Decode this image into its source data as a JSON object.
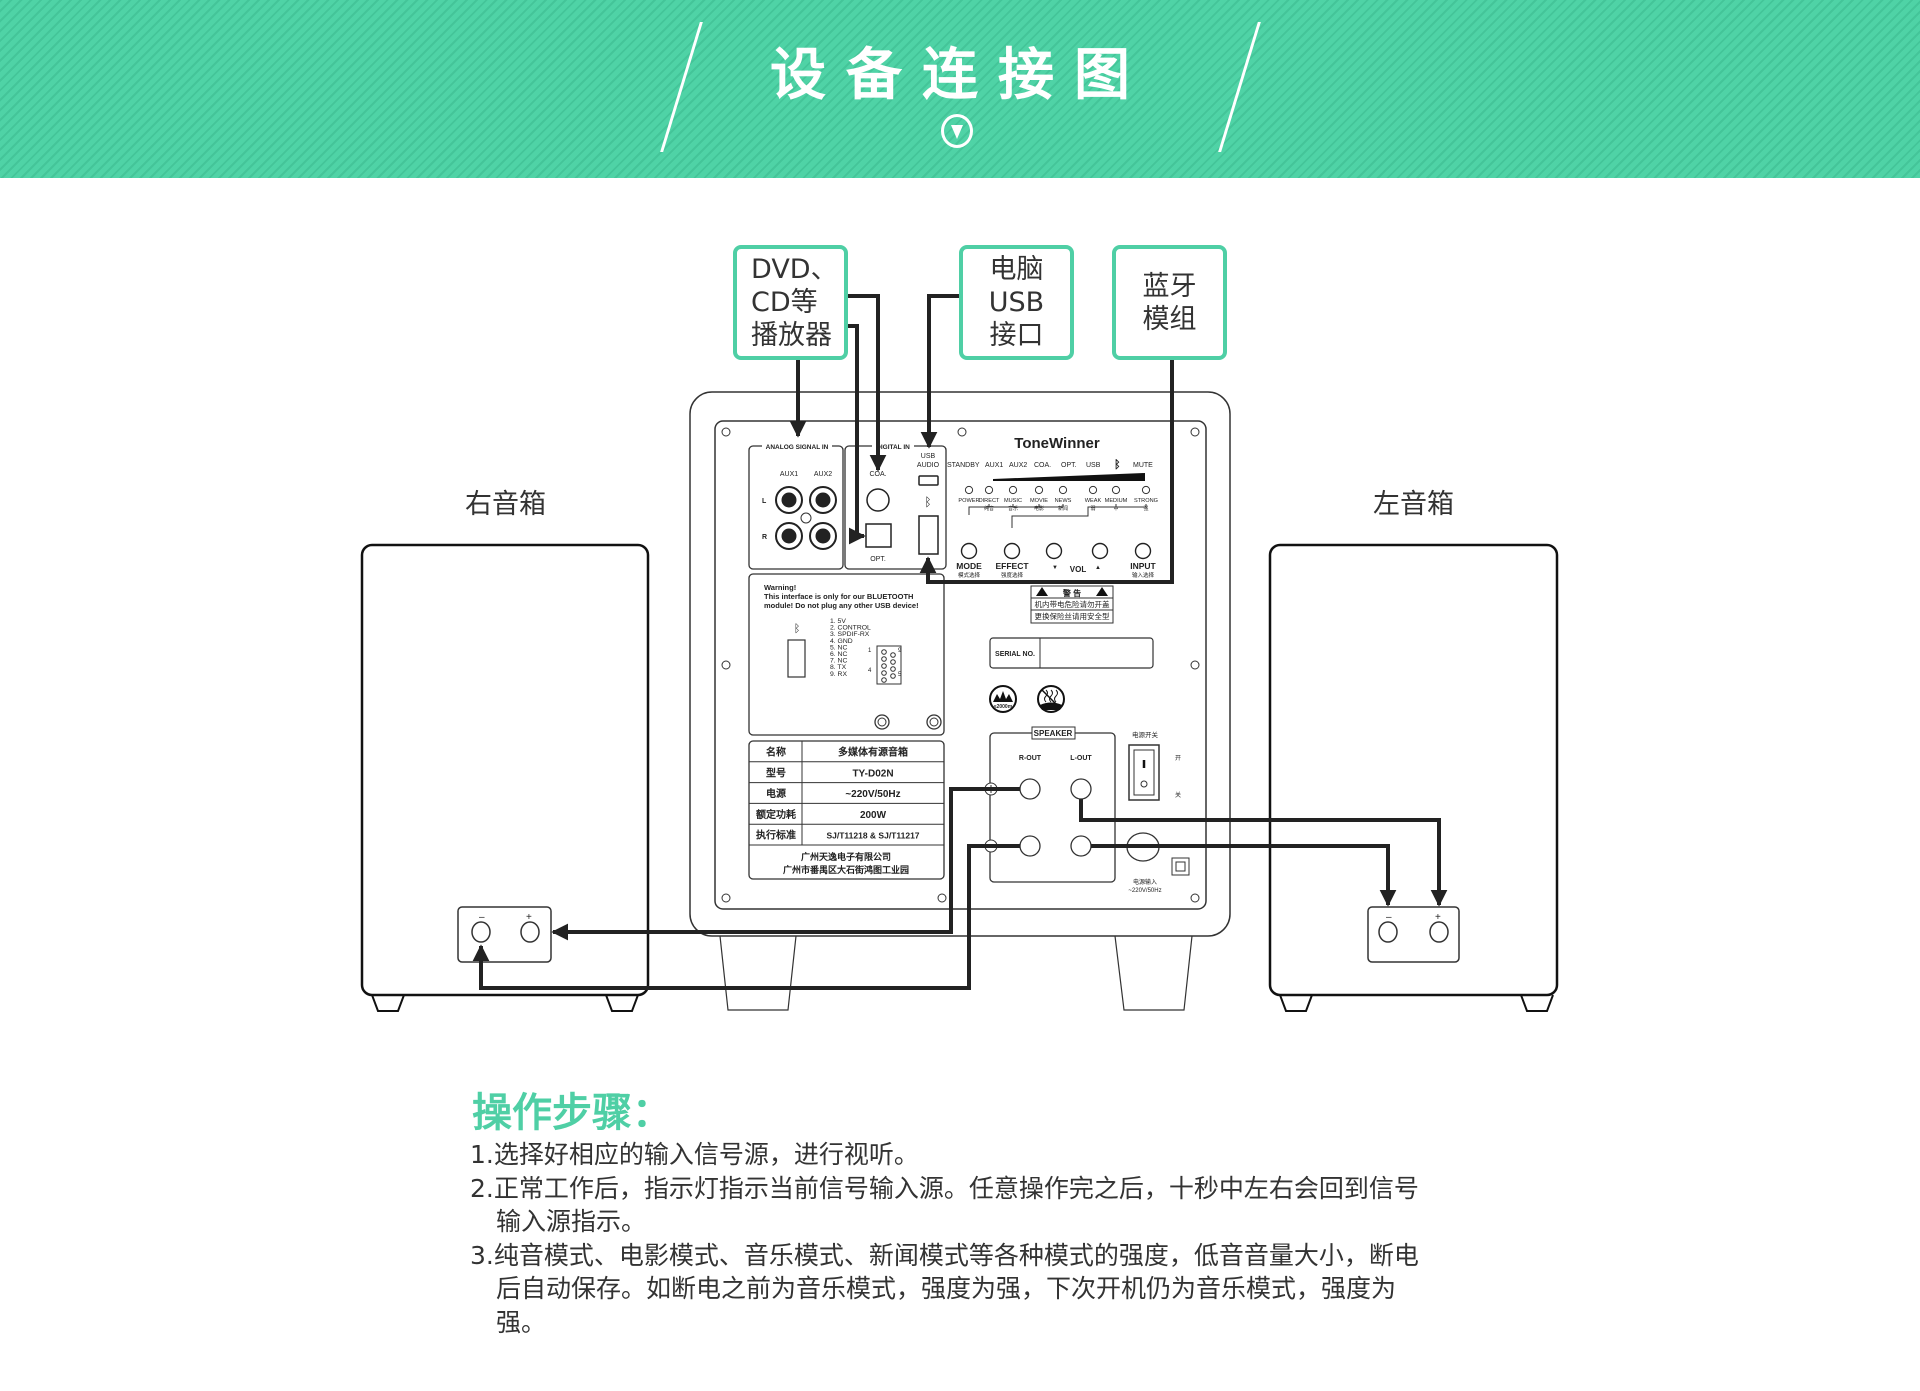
{
  "header": {
    "title": "设备连接图",
    "background_color": "#4fd3a6",
    "icon": "chevron-down-circle-icon"
  },
  "sources": [
    {
      "id": "dvd",
      "lines": [
        "DVD、",
        "CD等",
        "播放器"
      ]
    },
    {
      "id": "pc-usb",
      "lines": [
        "电脑",
        "USB",
        "接口"
      ]
    },
    {
      "id": "bluetooth",
      "lines": [
        "蓝牙",
        "模组"
      ]
    }
  ],
  "accent_color": "#4fcfa5",
  "speakers": {
    "right_title": "右音箱",
    "left_title": "左音箱",
    "minus": "–",
    "plus": "+"
  },
  "panel": {
    "brand": "ToneWinner",
    "analog_section": "ANALOG SIGNAL IN",
    "digital_section": "DIGITAL IN",
    "aux1": "AUX1",
    "aux2": "AUX2",
    "l": "L",
    "r": "R",
    "coa": "COA.",
    "opt": "OPT.",
    "usb_audio": [
      "USB",
      "AUDIO"
    ],
    "indicators_top": [
      "STANDBY",
      "AUX1",
      "AUX2",
      "COA.",
      "OPT.",
      "USB",
      "BT",
      "MUTE"
    ],
    "leds": [
      {
        "en": "POWER",
        "zh": ""
      },
      {
        "en": "DIRECT",
        "zh": "纯音"
      },
      {
        "en": "MUSIC",
        "zh": "音乐"
      },
      {
        "en": "MOVIE",
        "zh": "电影"
      },
      {
        "en": "NEWS",
        "zh": "新闻"
      },
      {
        "en": "WEAK",
        "zh": "弱"
      },
      {
        "en": "MEDIUM",
        "zh": "中"
      },
      {
        "en": "STRONG",
        "zh": "强"
      }
    ],
    "buttons": [
      {
        "en": "MODE",
        "zh": "模式选择"
      },
      {
        "en": "EFFECT",
        "zh": "强度选择"
      },
      {
        "en": "▼",
        "zh": ""
      },
      {
        "en": "▲",
        "zh": ""
      },
      {
        "en": "INPUT",
        "zh": "输入选择"
      }
    ],
    "vol": "VOL",
    "warning_zh": {
      "title": "警  告",
      "line1": "机内带电危险请勿开盖",
      "line2": "更换保险丝请用安全型"
    },
    "serial": "SERIAL NO.",
    "bt_warning": [
      "Warning!",
      "This interface is only for our  BLUETOOTH",
      "module! Do not plug any other USB device!"
    ],
    "pinout": [
      "1. 5V",
      "2. CONTROL",
      "3. SPDIF-RX",
      "4. GND",
      "5. NC",
      "6. NC",
      "7. NC",
      "8. TX",
      "9. RX"
    ],
    "pin_labels": [
      "1",
      "9",
      "4",
      "5"
    ],
    "altitude": "≤2000m",
    "spec_table": [
      {
        "k": "名称",
        "v": "多媒体有源音箱"
      },
      {
        "k": "型号",
        "v": "TY-D02N"
      },
      {
        "k": "电源",
        "v": "~220V/50Hz"
      },
      {
        "k": "额定功耗",
        "v": "200W"
      },
      {
        "k": "执行标准",
        "v": "SJ/T11218 & SJ/T11217"
      }
    ],
    "maker": [
      "广州天逸电子有限公司",
      "广州市番禺区大石街鸿图工业园"
    ],
    "speaker_section": "SPEAKER",
    "r_out": "R-OUT",
    "l_out": "L-OUT",
    "power_switch": "电源开关",
    "on": "开",
    "off": "关",
    "power_in": [
      "电源输入",
      "~220V/50Hz"
    ]
  },
  "steps": {
    "title": "操作步骤：",
    "items": [
      "1.选择好相应的输入信号源，进行视听。",
      "2.正常工作后，指示灯指示当前信号输入源。任意操作完之后，十秒中左右会回到信号输入源指示。",
      "3.纯音模式、电影模式、音乐模式、新闻模式等各种模式的强度，低音音量大小，断电后自动保存。如断电之前为音乐模式，强度为强，下次开机仍为音乐模式，强度为强。"
    ]
  }
}
